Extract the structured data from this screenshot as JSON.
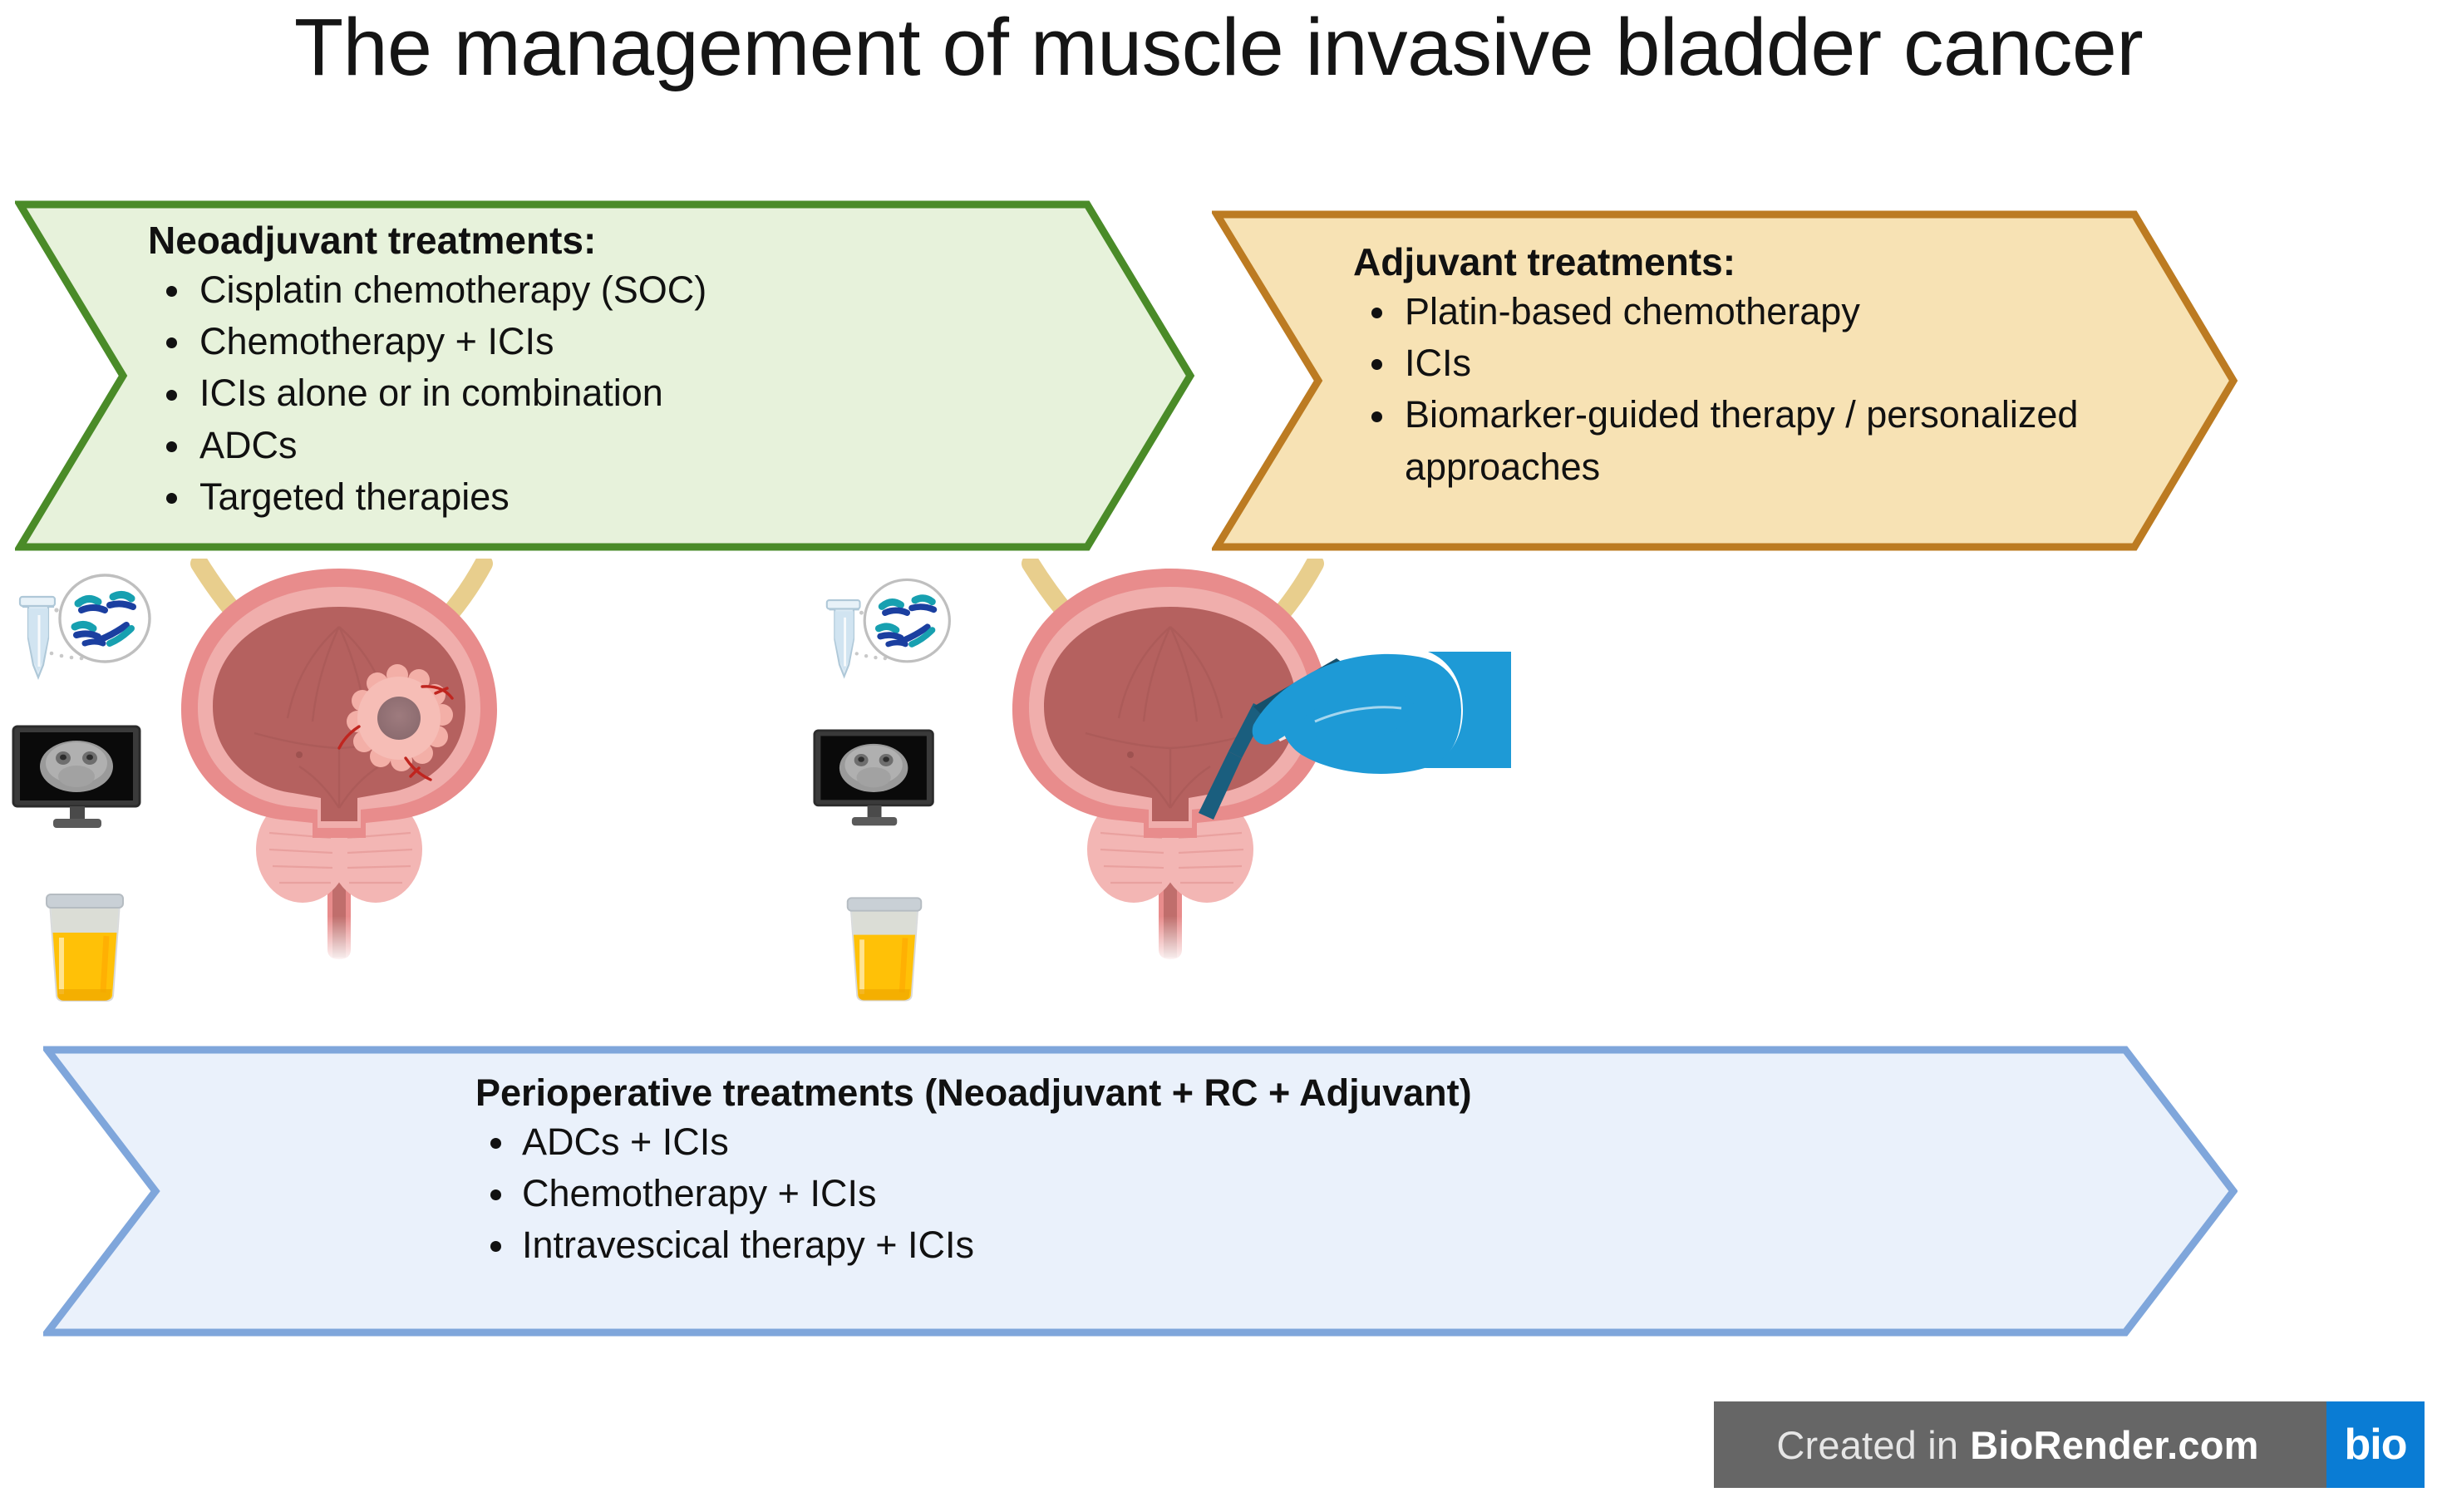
{
  "title": "The management of muscle invasive bladder cancer",
  "banners": [
    {
      "id": "neoadjuvant",
      "heading": "Neoadjuvant treatments:",
      "fill": "#E7F2DB",
      "stroke": "#4A8B28",
      "items": [
        "Cisplatin chemotherapy (SOC)",
        "Chemotherapy + ICIs",
        "ICIs alone or in combination",
        "ADCs",
        "Targeted therapies"
      ]
    },
    {
      "id": "adjuvant",
      "heading": "Adjuvant treatments:",
      "fill": "#F7E2B4",
      "stroke": "#BC7B22",
      "items": [
        "Platin-based chemotherapy",
        "ICIs",
        "Biomarker-guided therapy / personalized approaches"
      ]
    },
    {
      "id": "perioperative",
      "heading": "Perioperative treatments (Neoadjuvant + RC + Adjuvant)",
      "fill": "#EAF1FB",
      "stroke": "#7FA6DB",
      "items": [
        "ADCs + ICIs",
        "Chemotherapy + ICIs",
        "Intravescical therapy + ICIs"
      ]
    }
  ],
  "illustrations": {
    "left": {
      "name": "bladder-with-tumor-illustration",
      "icons": [
        {
          "name": "liquid-biopsy-dna-icon",
          "label": "tube with DNA circle"
        },
        {
          "name": "ct-scan-monitor-icon",
          "label": "monitor showing CT scan"
        },
        {
          "name": "urine-sample-cup-icon",
          "label": "urine sample container"
        }
      ]
    },
    "right": {
      "name": "bladder-surgery-illustration",
      "icons": [
        {
          "name": "liquid-biopsy-dna-icon",
          "label": "tube with DNA circle"
        },
        {
          "name": "ct-scan-monitor-icon",
          "label": "monitor showing CT scan"
        },
        {
          "name": "urine-sample-cup-icon",
          "label": "urine sample container"
        }
      ],
      "surgical": {
        "name": "gloved-hand-with-forceps-icon",
        "glove_color": "#1E9AD6"
      }
    }
  },
  "watermark": {
    "prefix": "Created in",
    "brand": "BioRender.com",
    "logo": "bio",
    "bg": "#666666",
    "logo_bg": "#0A7CD4"
  },
  "colors": {
    "green_fill": "#E7F2DB",
    "green_stroke": "#4A8B28",
    "orange_fill": "#F7E2B4",
    "orange_stroke": "#BC7B22",
    "blue_fill": "#EAF1FB",
    "blue_stroke": "#7FA6DB",
    "bladder_wall": "#E88C8C",
    "bladder_lumen": "#B5615F",
    "ureter": "#E8CE8D",
    "glove": "#1E9AD6",
    "urine": "#FFC107"
  }
}
